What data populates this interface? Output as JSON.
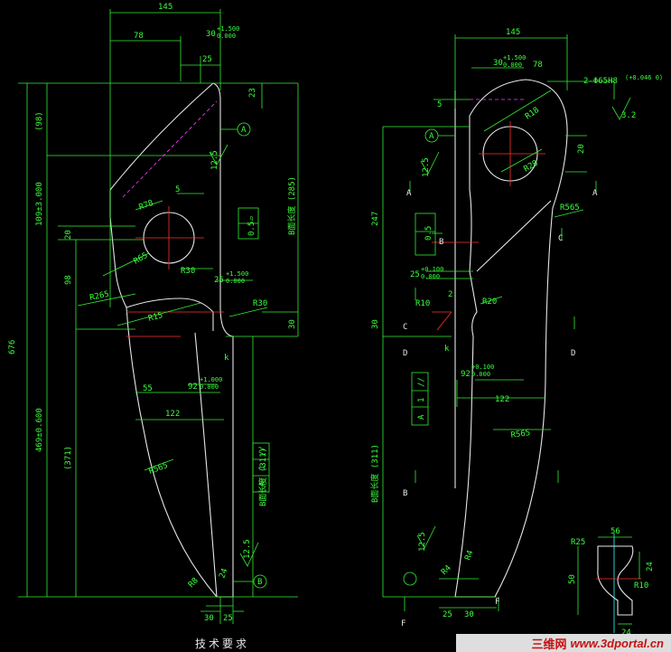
{
  "left_view": {
    "dims": {
      "overall_width": "145",
      "w78": "78",
      "w25": "25",
      "d30": "30",
      "tol_plus": "+1.500",
      "tol_zero": "0.000",
      "h676": "676",
      "h98": "(98)",
      "h109": "109±3.000",
      "h20": "20",
      "h98b": "98",
      "h469": "469±0.600",
      "h371": "(371)",
      "r23": "23",
      "r78": "R78",
      "r65": "R65",
      "r265": "R265",
      "r15": "R15",
      "r30": "R30",
      "r30b": "R30",
      "five": "5",
      "d25": "25",
      "d25_plus": "+1.500",
      "d25_zero": "0.000",
      "d92": "92",
      "d92_plus": "+1.000",
      "d92_zero": "0.000",
      "d55": "55",
      "d122": "122",
      "r565": "R565",
      "b_len": "B面长度 (285)",
      "b_len2": "B面长度 (311)",
      "right30": "30",
      "bot30": "30",
      "bot25": "25",
      "angle": "24",
      "r8": "R8",
      "k": "k"
    },
    "datum_a": "A",
    "datum_b": "B",
    "tol_box": "0.5",
    "flat_sym": "▱",
    "rough1": "12.5",
    "rough2": "12.5",
    "parallel_box": [
      "//",
      "1",
      "A"
    ],
    "title": "技术要求"
  },
  "right_view": {
    "dims": {
      "overall_width": "145",
      "d30": "30",
      "tol_plus": "+1.500",
      "tol_zero": "0.000",
      "w78": "78",
      "hole": "2-Φ65H8",
      "hole_tol": "(+0.046 0)",
      "rough": "3.2",
      "five": "5",
      "r18": "R18",
      "d20": "20",
      "r28": "R28",
      "h247": "247",
      "r565": "R565",
      "d25": "25",
      "d25_plus": "+0.100",
      "d25_zero": "0.000",
      "r20": "R20",
      "r10": "R10",
      "d92": "92",
      "d92_plus": "+0.100",
      "d92_zero": "0.000",
      "d122": "122",
      "r565b": "R565",
      "h30": "30",
      "b_len": "B面长度 (311)",
      "r4": "R4",
      "r4b": "R4",
      "bot25": "25",
      "bot30": "30",
      "two": "2",
      "k": "k"
    },
    "datum_a": "A",
    "rough1": "12.5",
    "rough2": "12.5",
    "tol_box": "0.5",
    "parallel_box": [
      "//",
      "1",
      "A"
    ],
    "section_labels": {
      "a1": "A",
      "a2": "A",
      "b1": "B",
      "b2": "B",
      "c1": "C",
      "c2": "C",
      "d1": "D",
      "d2": "D",
      "f1": "F",
      "f2": "F"
    }
  },
  "detail": {
    "d56": "56",
    "r25": "R25",
    "d50": "50",
    "d24": "24",
    "r10": "R10",
    "d24b": "24"
  },
  "watermark": {
    "cn": "三维网",
    "url": "www.3dportal.cn"
  }
}
